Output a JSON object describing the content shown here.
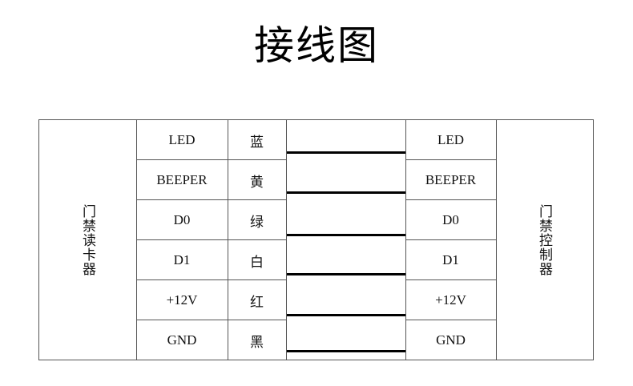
{
  "title": "接线图",
  "left_device": "门禁读卡器",
  "right_device": "门禁控制器",
  "rows": [
    {
      "signal": "LED",
      "color": "蓝",
      "signal_right": "LED"
    },
    {
      "signal": "BEEPER",
      "color": "黄",
      "signal_right": "BEEPER"
    },
    {
      "signal": "D0",
      "color": "绿",
      "signal_right": "D0"
    },
    {
      "signal": "D1",
      "color": "白",
      "signal_right": "D1"
    },
    {
      "signal": "+12V",
      "color": "红",
      "signal_right": "+12V"
    },
    {
      "signal": "GND",
      "color": "黑",
      "signal_right": "GND"
    }
  ]
}
